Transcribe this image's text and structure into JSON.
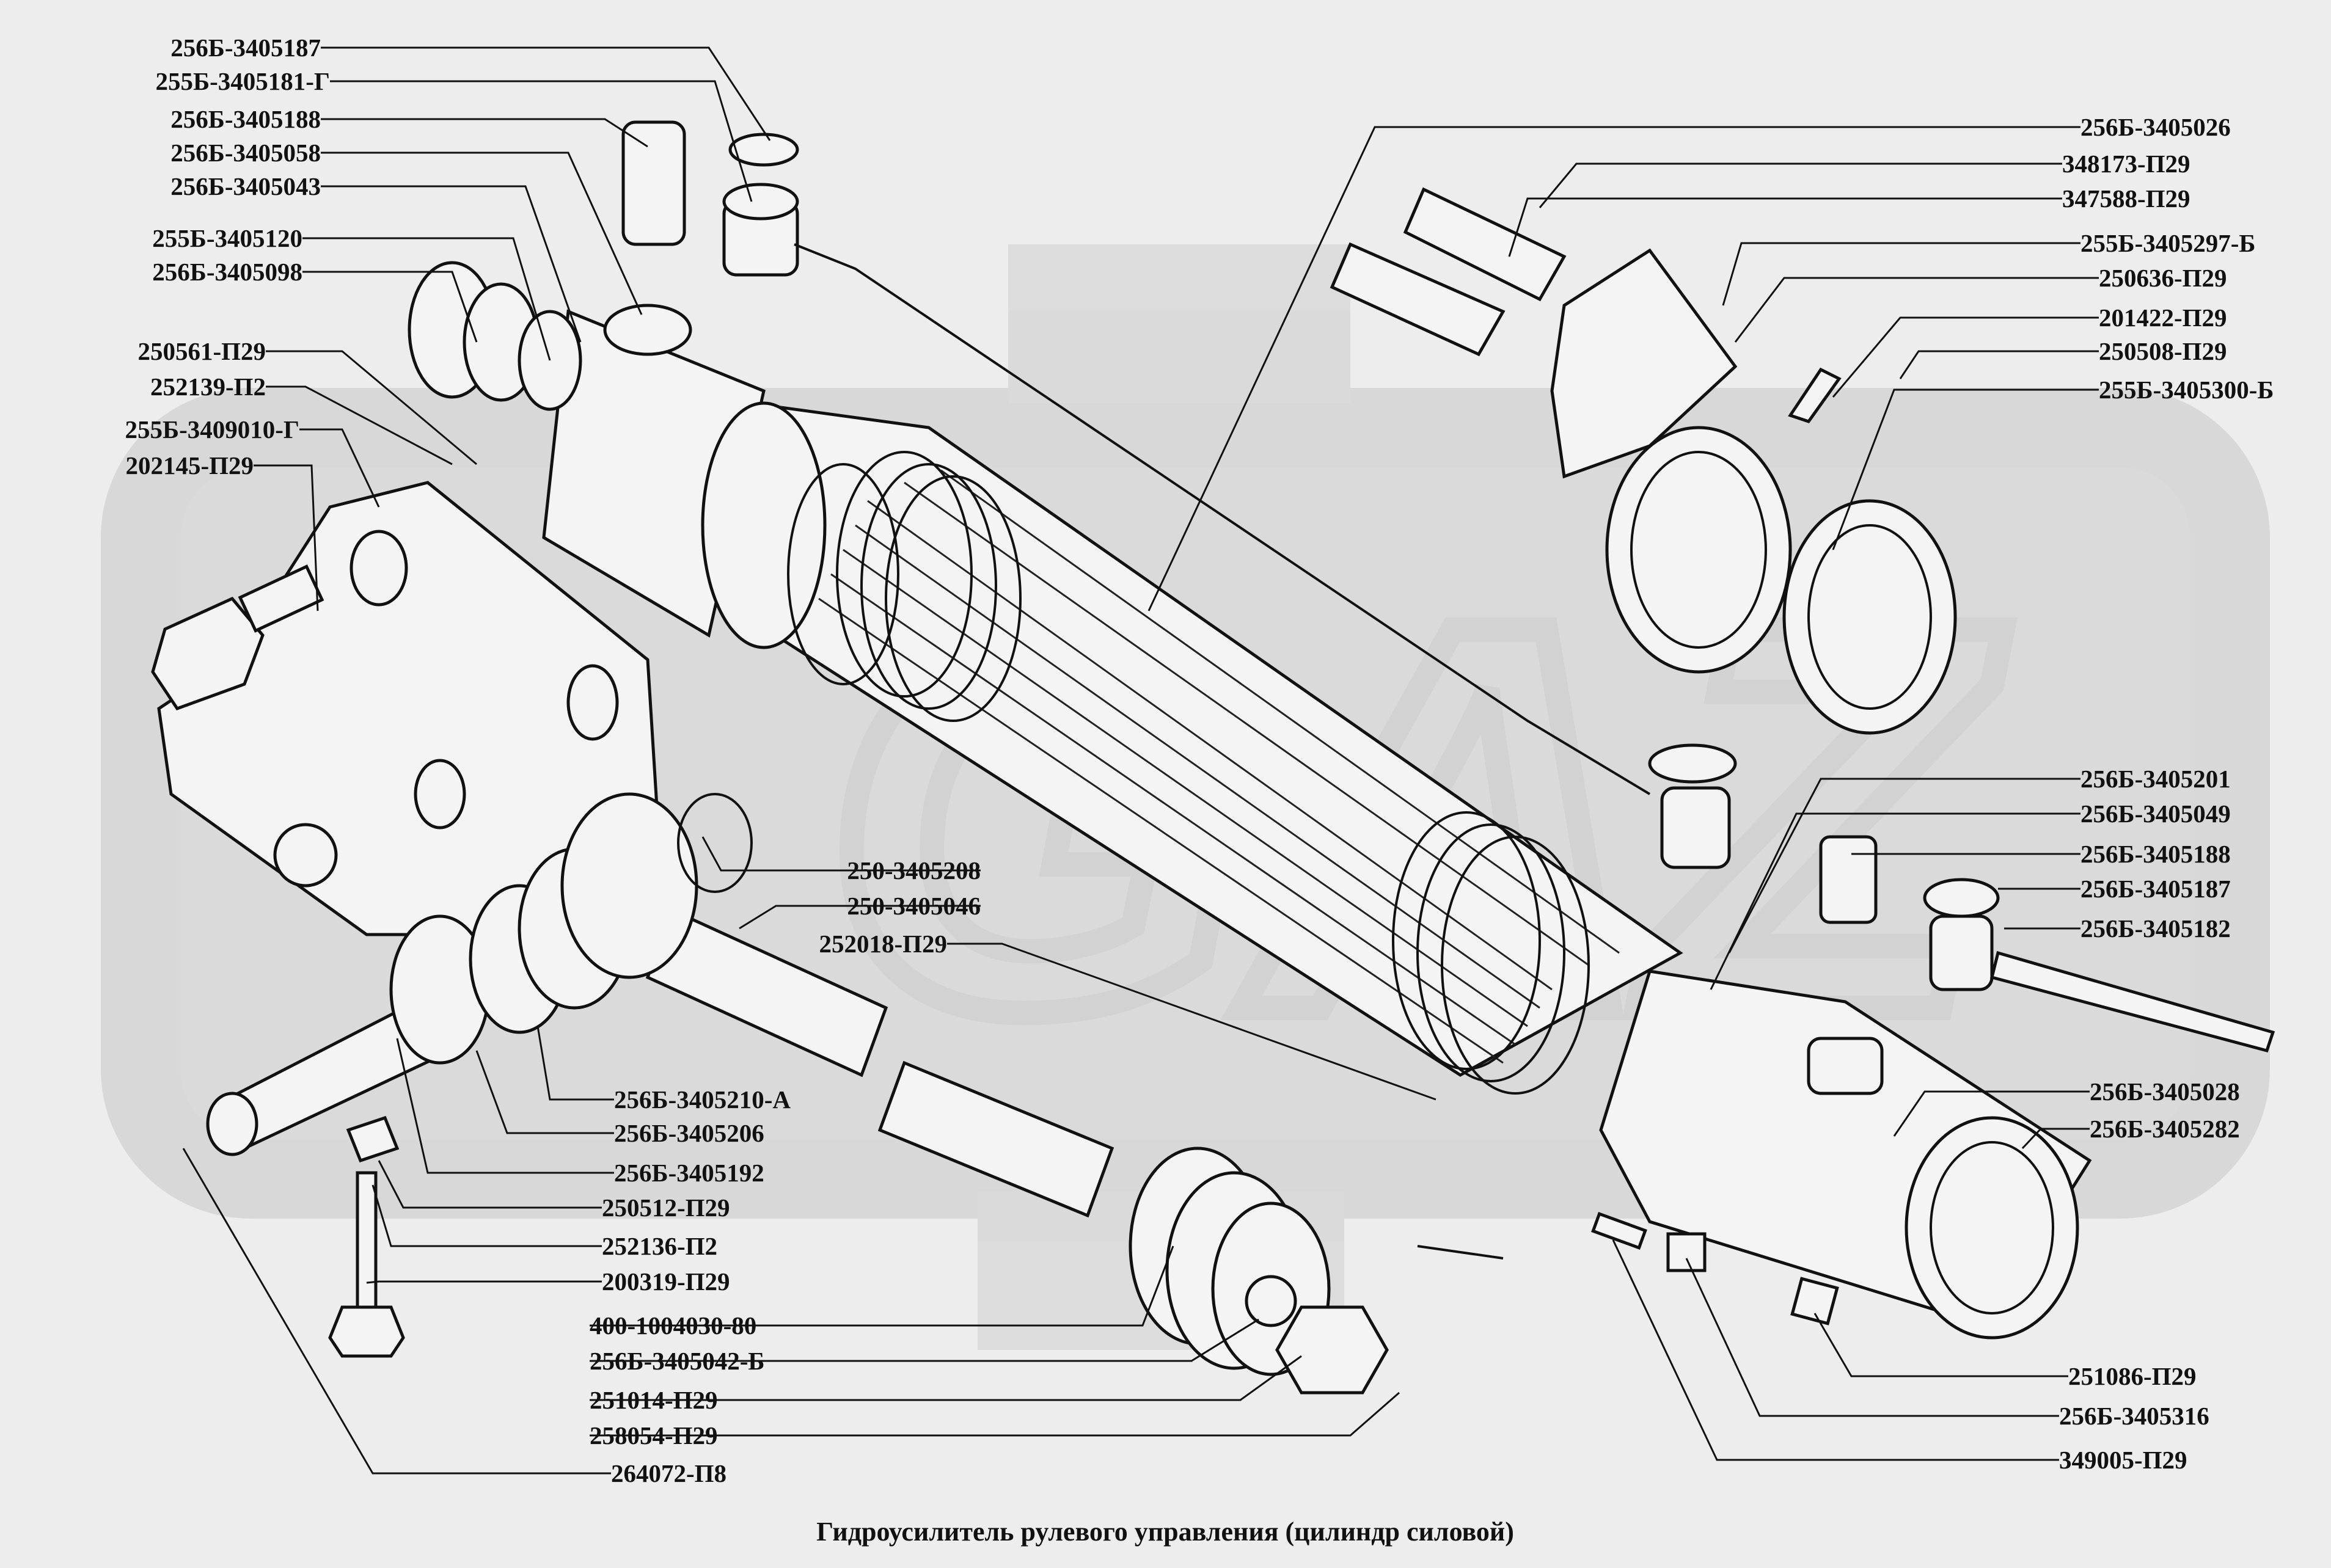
{
  "caption": "Гидроусилитель рулевого управления (цилиндр силовой)",
  "watermark": "GAZ",
  "labels_left": [
    "256Б-3405187",
    "255Б-3405181-Г",
    "256Б-3405188",
    "256Б-3405058",
    "256Б-3405043",
    "255Б-3405120",
    "256Б-3405098",
    "250561-П29",
    "252139-П2",
    "255Б-3409010-Г",
    "202145-П29"
  ],
  "labels_mid": [
    "250-3405208",
    "250-3405046",
    "252018-П29"
  ],
  "labels_bottom": [
    "256Б-3405210-А",
    "256Б-3405206",
    "256Б-3405192",
    "250512-П29",
    "252136-П2",
    "200319-П29",
    "400-1004030-80",
    "256Б-3405042-Б",
    "251014-П29",
    "258054-П29",
    "264072-П8"
  ],
  "labels_right_top": [
    "256Б-3405026",
    "348173-П29",
    "347588-П29",
    "255Б-3405297-Б",
    "250636-П29",
    "201422-П29",
    "250508-П29",
    "255Б-3405300-Б"
  ],
  "labels_right_mid": [
    "256Б-3405201",
    "256Б-3405049",
    "256Б-3405188",
    "256Б-3405187",
    "256Б-3405182"
  ],
  "labels_right_bottom": [
    "256Б-3405028",
    "256Б-3405282",
    "251086-П29",
    "256Б-3405316",
    "349005-П29"
  ]
}
